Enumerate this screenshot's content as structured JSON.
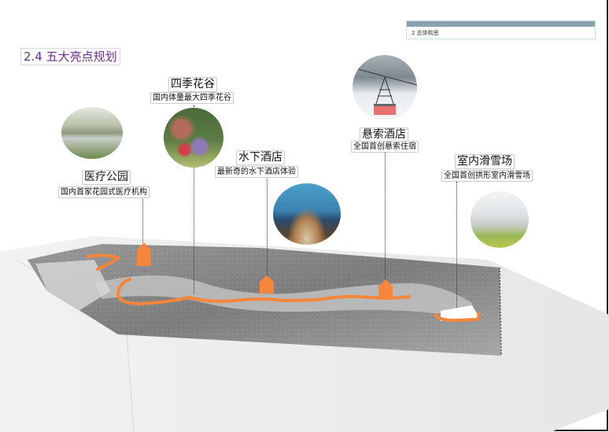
{
  "header": {
    "section_label": "2 总体构思",
    "page_title": "2.4 五大亮点规划"
  },
  "colors": {
    "title": "#6a2f8e",
    "header_bar": "#8aa2ae",
    "route_orange": "#f5863a",
    "frame": "#222222"
  },
  "highlights": [
    {
      "id": "medical-park",
      "title": "医疗公园",
      "subtitle": "国内首家花园式医疗机构",
      "photo": "terraced-garden-photo"
    },
    {
      "id": "four-seasons-valley",
      "title": "四季花谷",
      "subtitle": "国内体量最大四季花谷",
      "photo": "flower-garden-photo"
    },
    {
      "id": "underwater-hotel",
      "title": "水下酒店",
      "subtitle": "最新奇的水下酒店体验",
      "photo": "underwater-bedroom-photo"
    },
    {
      "id": "suspended-hotel",
      "title": "悬索酒店",
      "subtitle": "全国首创悬索住宿",
      "photo": "cable-car-photo"
    },
    {
      "id": "indoor-ski",
      "title": "室内滑雪场",
      "subtitle": "全国首创拱形室内滑雪场",
      "photo": "arched-building-photo"
    }
  ]
}
